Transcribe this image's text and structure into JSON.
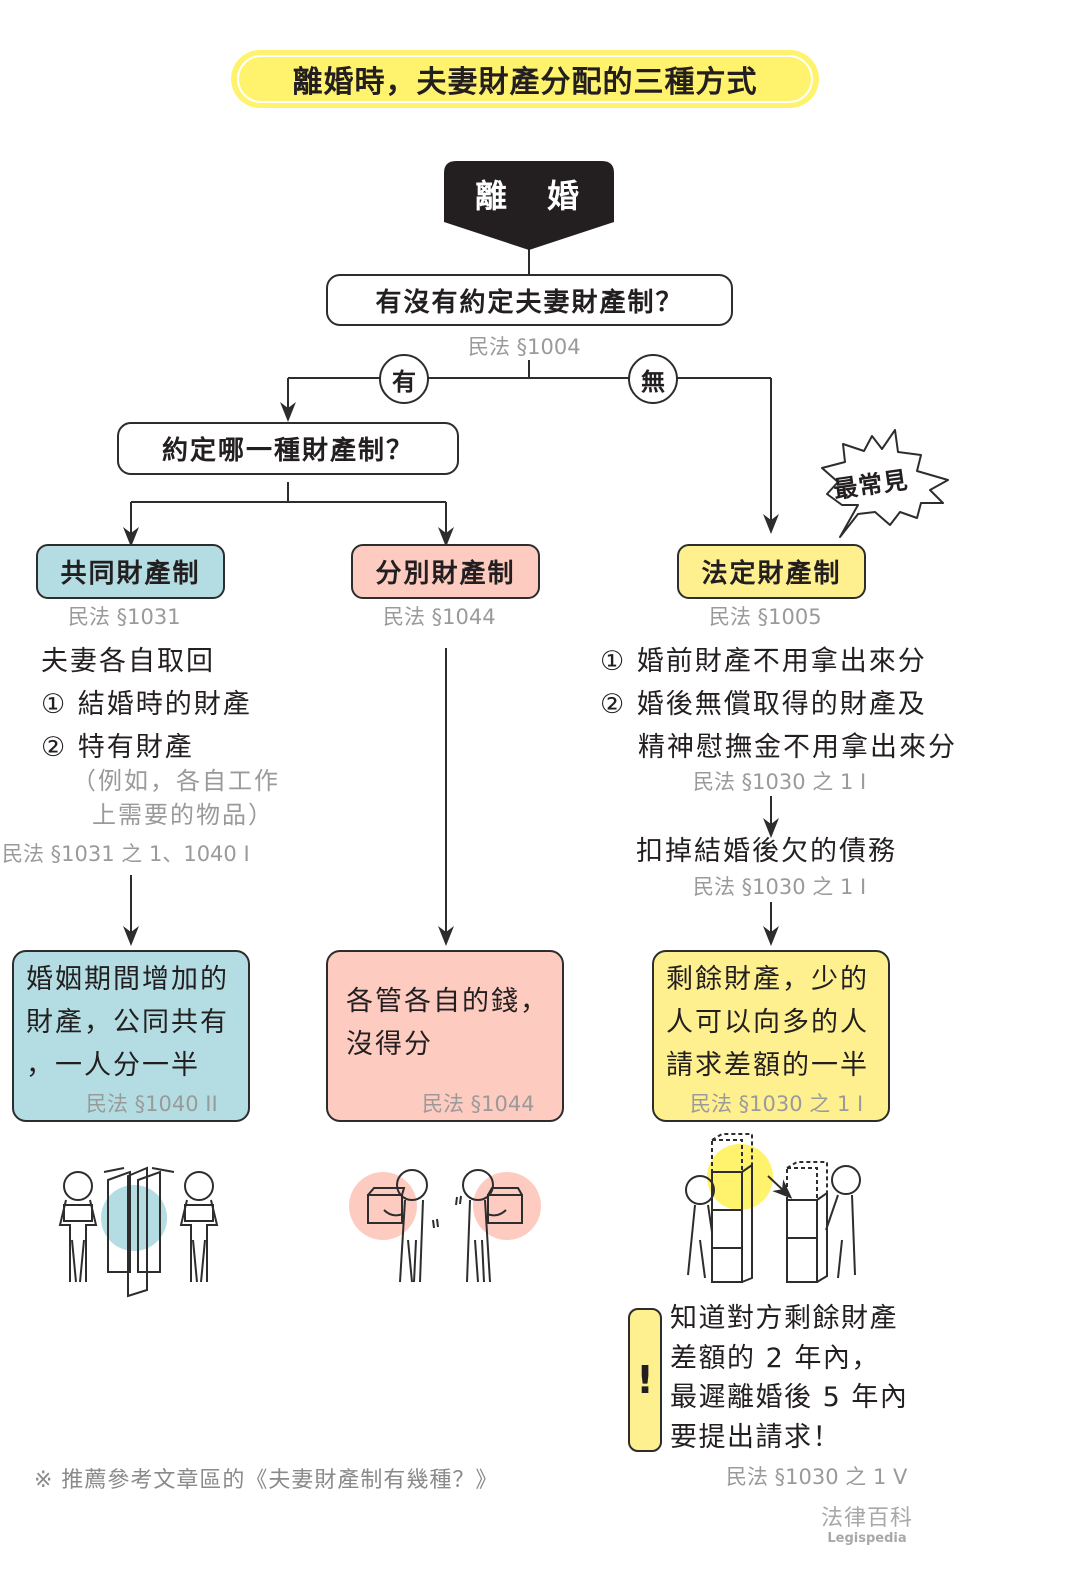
{
  "title": "離婚時，夫妻財產分配的三種方式",
  "start_node": "離　婚",
  "question1": {
    "text": "有沒有約定夫妻財產制？",
    "law": "民法 §1004"
  },
  "branch_yes": "有",
  "branch_no": "無",
  "question2": {
    "text": "約定哪一種財產制？"
  },
  "badge": "最常見",
  "regimes": [
    {
      "name": "共同財產制",
      "law": "民法 §1031",
      "color": "#b3dde2",
      "details": [
        "夫妻各自取回",
        "① 結婚時的財產",
        "② 特有財產"
      ],
      "note": [
        "（例如，各自工作",
        "上需要的物品）"
      ],
      "details_law": "民法 §1031 之 1、1040 I",
      "result": [
        "婚姻期間增加的",
        "財產，公同共有",
        "，一人分一半"
      ],
      "result_law": "民法 §1040 II",
      "illustration": "two-people-splitting-box-icon"
    },
    {
      "name": "分別財產制",
      "law": "民法 §1044",
      "color": "#fecbc0",
      "result": [
        "各管各自的錢，",
        "沒得分"
      ],
      "result_law": "民法 §1044",
      "illustration": "two-people-holding-own-boxes-icon"
    },
    {
      "name": "法定財產制",
      "law": "民法 §1005",
      "color": "#fff08f",
      "details": [
        "① 婚前財產不用拿出來分",
        "② 婚後無償取得的財產及",
        "精神慰撫金不用拿出來分"
      ],
      "details_law": "民法 §1030 之 1 I",
      "step2": "扣掉結婚後欠的債務",
      "step2_law": "民法 §1030 之 1 I",
      "result": [
        "剩餘財產，少的",
        "人可以向多的人",
        "請求差額的一半"
      ],
      "result_law": "民法 §1030 之 1 I",
      "illustration": "stacked-boxes-transfer-icon"
    }
  ],
  "warning": {
    "icon": "!",
    "lines": [
      "知道對方剩餘財產",
      "差額的 2 年內，",
      "最遲離婚後 5 年內",
      "要提出請求！"
    ],
    "law": "民法 §1030 之 1 V"
  },
  "footnote": "※ 推薦參考文章區的《夫妻財產制有幾種？》",
  "brand": {
    "name": "法律百科",
    "sub": "Legispedia"
  }
}
